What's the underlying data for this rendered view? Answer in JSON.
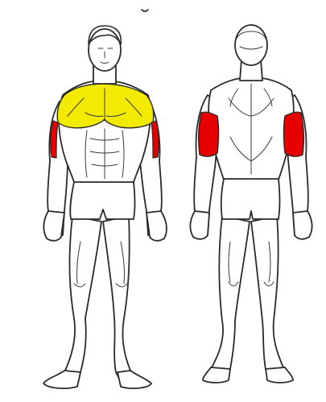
{
  "figure": {
    "views": [
      {
        "view": "front",
        "highlighted_muscles": [
          "chest",
          "front-shoulders",
          "triceps"
        ]
      },
      {
        "view": "back",
        "highlighted_muscles": [
          "triceps"
        ]
      }
    ],
    "colors": {
      "primary_muscle": "#f2ea00",
      "secondary_muscle": "#e60000",
      "outline": "#2a2a2a",
      "background": "#ffffff"
    }
  }
}
